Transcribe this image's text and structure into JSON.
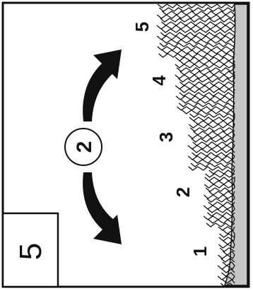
{
  "figure": {
    "box_number": "5",
    "switch_number": "2",
    "levels": [
      {
        "label": "1"
      },
      {
        "label": "2"
      },
      {
        "label": "3"
      },
      {
        "label": "4"
      },
      {
        "label": "5"
      }
    ],
    "colors": {
      "ink": "#111111",
      "background": "#ffffff",
      "base": "#c6c6c6"
    },
    "icons": [
      "adjust-up-arrow-icon",
      "adjust-down-arrow-icon"
    ]
  }
}
